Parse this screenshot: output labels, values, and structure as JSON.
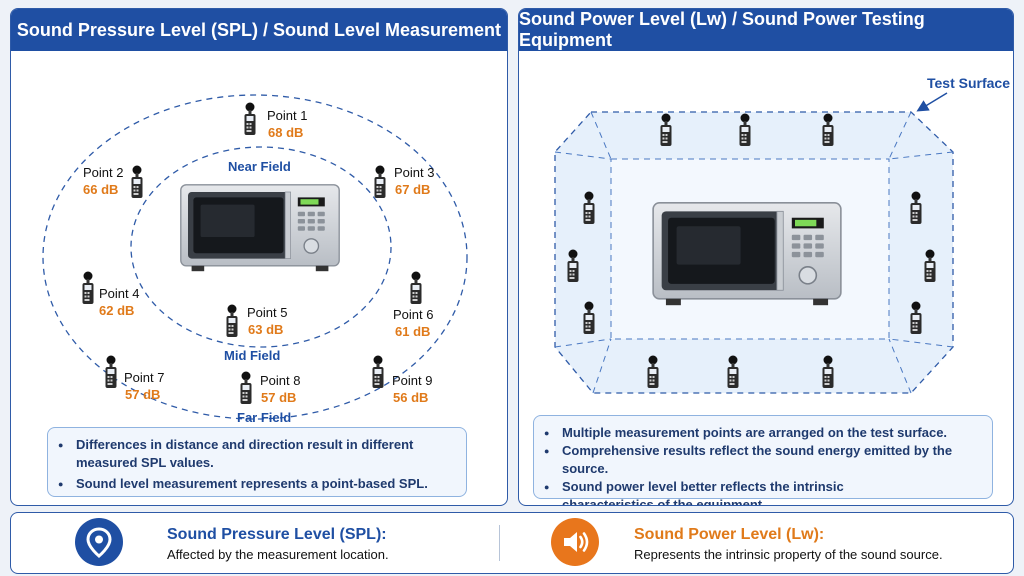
{
  "left_panel": {
    "title": "Sound Pressure Level (SPL) / Sound Level Measurement",
    "zones": {
      "near": "Near Field",
      "mid": "Mid Field",
      "far": "Far Field"
    },
    "points": [
      {
        "name": "Point 1",
        "value": "68 dB"
      },
      {
        "name": "Point 2",
        "value": "66 dB"
      },
      {
        "name": "Point 3",
        "value": "67 dB"
      },
      {
        "name": "Point 4",
        "value": "62 dB"
      },
      {
        "name": "Point 5",
        "value": "63 dB"
      },
      {
        "name": "Point 6",
        "value": "61 dB"
      },
      {
        "name": "Point 7",
        "value": "57 dB"
      },
      {
        "name": "Point 8",
        "value": "57 dB"
      },
      {
        "name": "Point 9",
        "value": "56 dB"
      }
    ],
    "notes": [
      "Differences in distance and direction result in different measured SPL values.",
      "Sound level measurement represents a point-based SPL."
    ]
  },
  "right_panel": {
    "title": "Sound Power Level (Lw) / Sound Power Testing Equipment",
    "surface_label": "Test Surface",
    "notes": [
      "Multiple measurement points are arranged on the test surface.",
      "Comprehensive results reflect the sound energy emitted by the source.",
      "Sound power level better reflects the intrinsic characteristics of the equipment."
    ]
  },
  "footer": {
    "spl": {
      "title": "Sound Pressure Level (SPL):",
      "subtitle": "Affected by the measurement location."
    },
    "lw": {
      "title": "Sound Power Level (Lw):",
      "subtitle": "Represents the intrinsic property of the sound source."
    }
  },
  "colors": {
    "primary": "#1f4fa3",
    "accent": "#e07a1a",
    "value": "#e07a1a"
  },
  "icons": {
    "spl": "location-pin-icon",
    "lw": "speaker-icon"
  }
}
